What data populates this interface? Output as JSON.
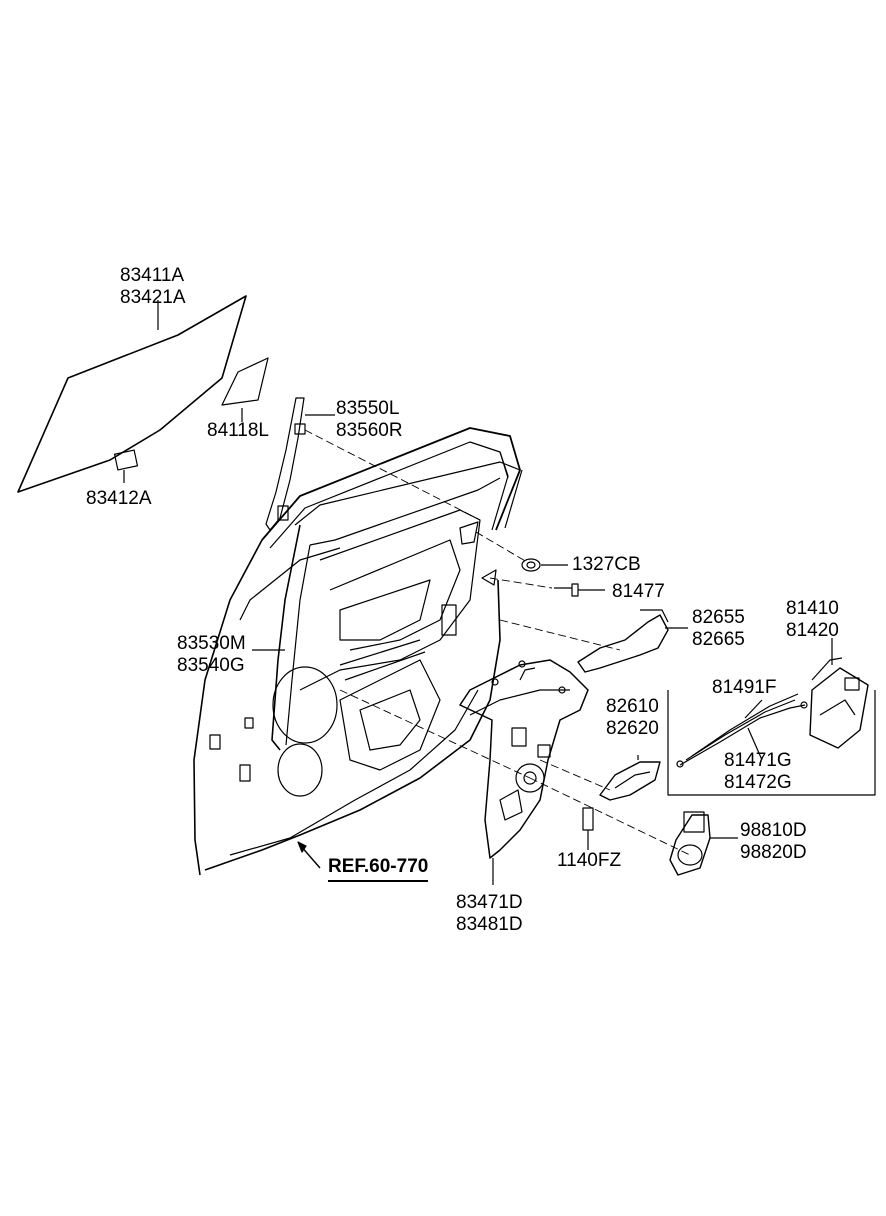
{
  "labels": {
    "glass": [
      "83411A",
      "83421A"
    ],
    "glass_patch": "84118L",
    "glass_clip": "83412A",
    "channel": [
      "83550L",
      "83560R"
    ],
    "nut": "1327CB",
    "bolt_81477": "81477",
    "door_panel": [
      "83530M",
      "83540G"
    ],
    "outer_handle": [
      "82655",
      "82665"
    ],
    "latch": [
      "81410",
      "81420"
    ],
    "cable_f": "81491F",
    "cable_g": [
      "81471G",
      "81472G"
    ],
    "inner_handle": [
      "82610",
      "82620"
    ],
    "regulator": [
      "83471D",
      "83481D"
    ],
    "bolt_1140fz": "1140FZ",
    "motor": [
      "98810D",
      "98820D"
    ],
    "ref": "REF.60-770"
  },
  "colors": {
    "line": "#000000",
    "background": "#ffffff"
  }
}
